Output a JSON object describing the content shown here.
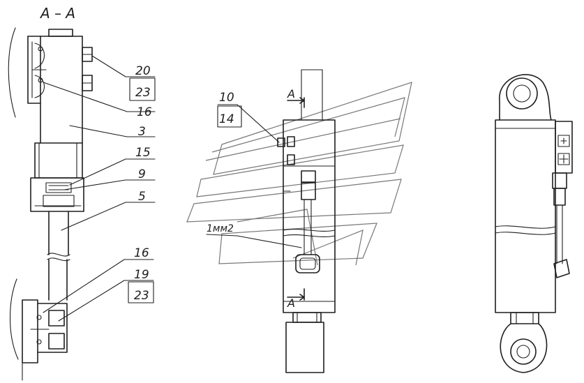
{
  "section_title": "А – А",
  "section_mark": "А",
  "callouts": {
    "c20": "20",
    "c23a": "23",
    "c16a": "16",
    "c3": "3",
    "c15": "15",
    "c9": "9",
    "c5": "5",
    "c16b": "16",
    "c19": "19",
    "c23b": "23",
    "c10": "10",
    "c14": "14",
    "c_shaft": "1мм2"
  },
  "colors": {
    "line": "#1e1e1e",
    "watermark": "#777777",
    "background": "#ffffff"
  }
}
